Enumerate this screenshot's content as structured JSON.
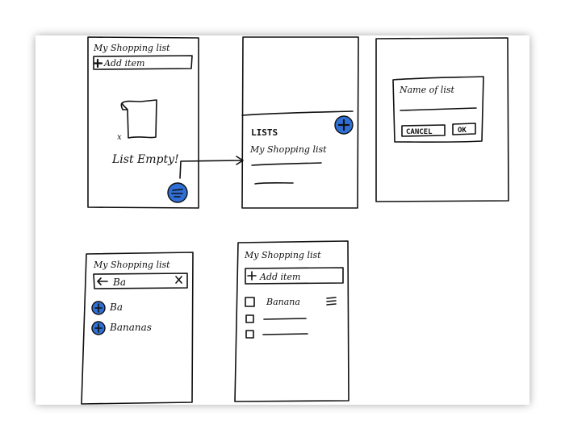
{
  "colors": {
    "accent_blue": "#2f6fd6",
    "ink": "#111111"
  },
  "screen1": {
    "title": "My Shopping list",
    "add_item": "Add item",
    "empty_mark": "x",
    "empty_text": "List Empty!"
  },
  "screen2": {
    "header": "LISTS",
    "list_item": "My Shopping list"
  },
  "screen3": {
    "dialog_title": "Name of list",
    "cancel": "CANCEL",
    "ok": "OK"
  },
  "screen4": {
    "title": "My Shopping list",
    "search_value": "Ba",
    "suggestions": [
      "Ba",
      "Bananas"
    ]
  },
  "screen5": {
    "title": "My Shopping list",
    "add_item": "Add item",
    "items": [
      "Banana"
    ]
  }
}
